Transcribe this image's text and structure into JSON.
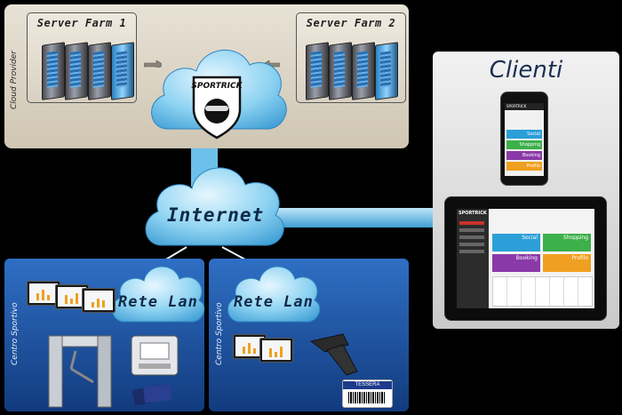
{
  "cloud_provider": {
    "label": "Cloud Provider",
    "server_farm_1": "Server Farm 1",
    "server_farm_2": "Server Farm 2",
    "logo_text": "SPORTRICK"
  },
  "internet": {
    "label": "Internet"
  },
  "clienti": {
    "title": "Clienti",
    "phone_logo": "SPORTRICK",
    "phone_tiles": [
      "Social",
      "Shopping",
      "Booking",
      "Profilo"
    ],
    "tablet_logo": "SPORTRICK",
    "tablet_tiles": [
      "Social",
      "Shopping",
      "Booking",
      "Profilo"
    ]
  },
  "lan_left": {
    "label": "Rete Lan",
    "side": "Centro Sportivo"
  },
  "lan_right": {
    "label": "Rete Lan",
    "side": "Centro Sportivo",
    "card_label": "TESSERA"
  },
  "colors": {
    "cloud": "#7cc8ec",
    "centro_panel": "#1f56a6",
    "provider_panel": "#ddd6c6",
    "tile_blue": "#2c9fd8",
    "tile_green": "#3cb04a",
    "tile_purple": "#8a3aa8",
    "tile_orange": "#f0a020"
  }
}
